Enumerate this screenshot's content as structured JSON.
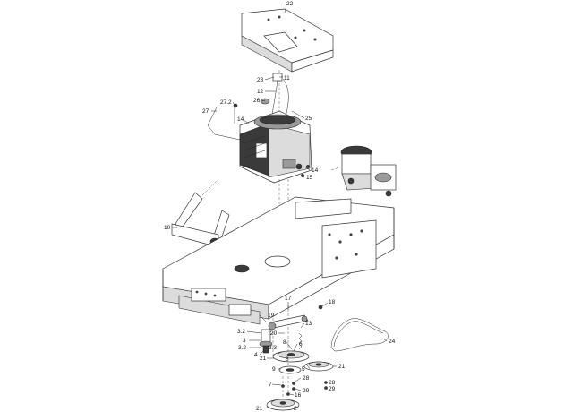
{
  "callouts": [
    {
      "id": "c22",
      "label": "22"
    },
    {
      "id": "c23",
      "label": "23"
    },
    {
      "id": "c11",
      "label": "11"
    },
    {
      "id": "c12",
      "label": "12"
    },
    {
      "id": "c26",
      "label": "26"
    },
    {
      "id": "c27_2",
      "label": "27.2"
    },
    {
      "id": "c27",
      "label": "27"
    },
    {
      "id": "c14a",
      "label": "14"
    },
    {
      "id": "c25",
      "label": "25"
    },
    {
      "id": "c14b",
      "label": "14"
    },
    {
      "id": "c15",
      "label": "15"
    },
    {
      "id": "c10",
      "label": "10"
    },
    {
      "id": "c17",
      "label": "17"
    },
    {
      "id": "c18",
      "label": "18"
    },
    {
      "id": "c19",
      "label": "19"
    },
    {
      "id": "c13",
      "label": "13"
    },
    {
      "id": "c3_2a",
      "label": "3.2"
    },
    {
      "id": "c20",
      "label": "20"
    },
    {
      "id": "c3",
      "label": "3"
    },
    {
      "id": "c8a",
      "label": "8"
    },
    {
      "id": "c6",
      "label": "6"
    },
    {
      "id": "c3_2b",
      "label": "3.2"
    },
    {
      "id": "c3_3",
      "label": "3.3"
    },
    {
      "id": "c24",
      "label": "24"
    },
    {
      "id": "c4",
      "label": "4"
    },
    {
      "id": "c21a",
      "label": "21"
    },
    {
      "id": "c8b",
      "label": "8"
    },
    {
      "id": "c9",
      "label": "9"
    },
    {
      "id": "c5",
      "label": "5"
    },
    {
      "id": "c21b",
      "label": "21"
    },
    {
      "id": "c28a",
      "label": "28"
    },
    {
      "id": "c29a",
      "label": "29"
    },
    {
      "id": "c28b",
      "label": "28"
    },
    {
      "id": "c29b",
      "label": "29"
    },
    {
      "id": "c7",
      "label": "7"
    },
    {
      "id": "c16",
      "label": "16"
    },
    {
      "id": "c21c",
      "label": "21"
    },
    {
      "id": "c2",
      "label": "2"
    }
  ]
}
